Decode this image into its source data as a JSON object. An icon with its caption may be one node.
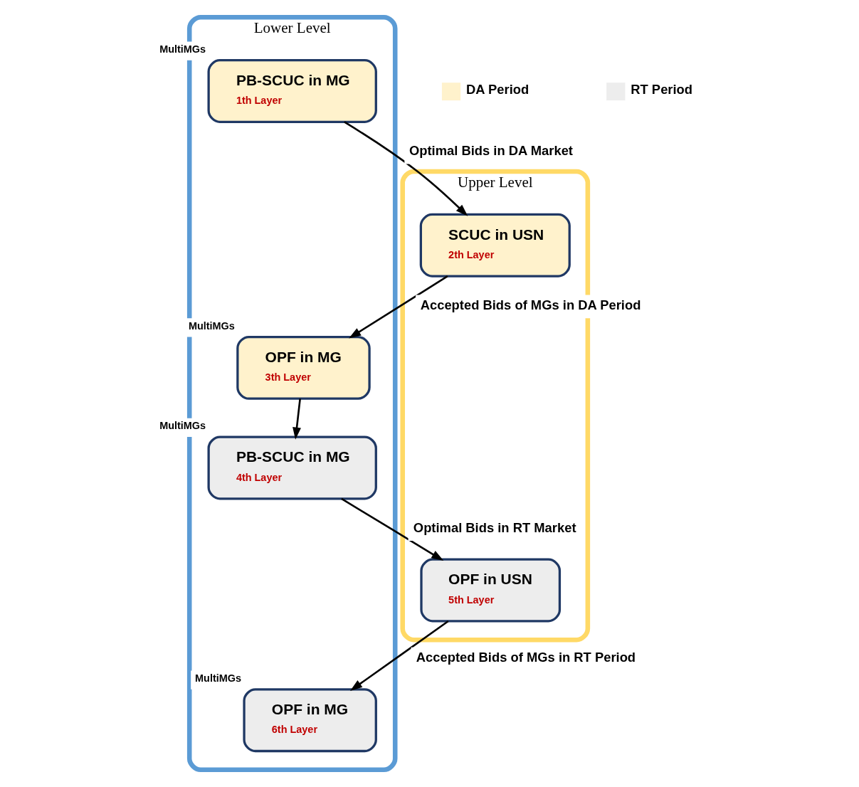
{
  "diagram": {
    "nodes": [
      {
        "text": [
          "Lower Level"
        ]
      },
      {
        "text": [
          "PB-SCUC in MG",
          "1th Layer"
        ],
        "in": 0,
        "beside": [
          "MultiMGs"
        ]
      },
      {
        "text": [
          "OPF in MG",
          "3th Layer"
        ],
        "in": 0,
        "beside": [
          "MultiMGs"
        ]
      },
      {
        "text": [
          "PB-SCUC in MG",
          "4th Layer"
        ],
        "in": 0,
        "beside": [
          "MultiMGs"
        ]
      },
      {
        "text": [
          "OPF in MG",
          "6th Layer"
        ],
        "in": 0,
        "beside": [
          "MultiMGs"
        ]
      },
      {
        "text": [
          "Upper Level"
        ]
      },
      {
        "text": [
          "SCUC in USN",
          "2th Layer"
        ],
        "in": 5
      },
      {
        "text": [
          "OPF in USN",
          "5th Layer"
        ],
        "in": 5
      }
    ],
    "edges": [
      {
        "from": 1,
        "to": 6,
        "arrow": "to",
        "label": "Optimal Bids in DA Market"
      },
      {
        "from": 6,
        "to": 2,
        "arrow": "to",
        "label": "Accepted Bids of MGs in DA Period"
      },
      {
        "from": 2,
        "to": 3,
        "arrow": "to"
      },
      {
        "from": 3,
        "to": 7,
        "arrow": "to",
        "label": "Optimal Bids in RT Market"
      },
      {
        "from": 7,
        "to": 4,
        "arrow": "to",
        "label": "Accepted Bids of MGs in RT Period"
      }
    ],
    "legend": [
      {
        "text": "DA Period",
        "color": "#fff2cc"
      },
      {
        "text": "RT Period",
        "color": "#ededed"
      }
    ]
  }
}
